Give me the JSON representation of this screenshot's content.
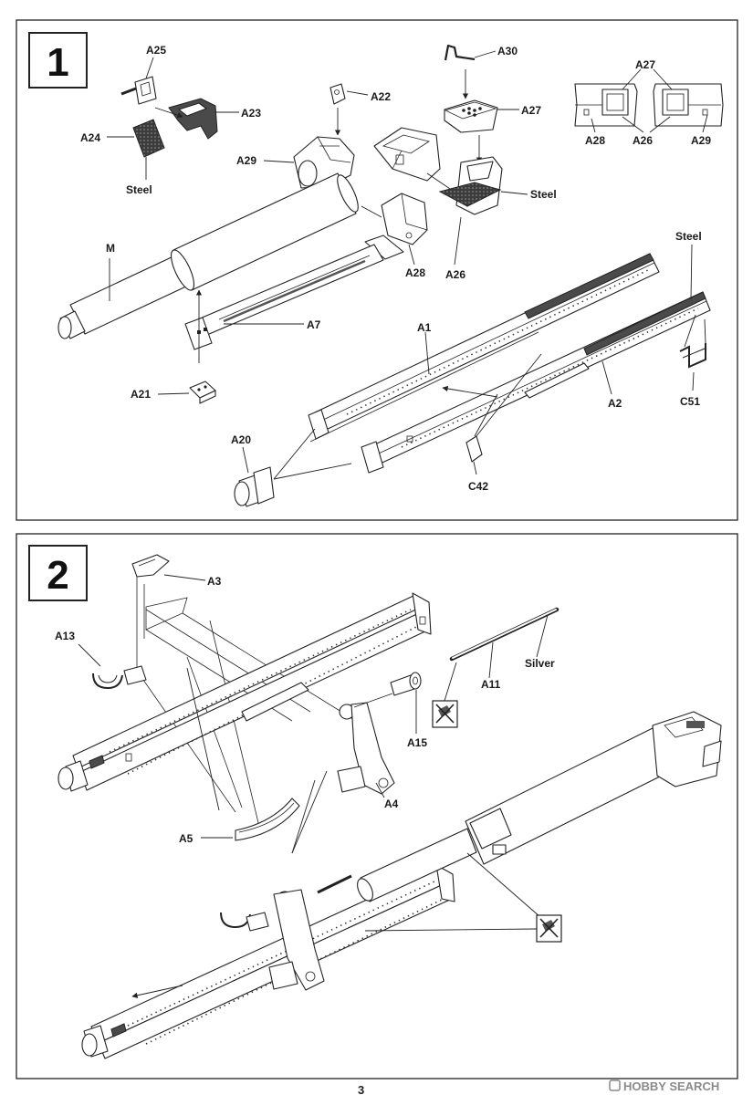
{
  "step1": {
    "number": "1",
    "labels": {
      "a25": "A25",
      "a23": "A23",
      "a24": "A24",
      "steel_a24": "Steel",
      "a22": "A22",
      "a30": "A30",
      "a27": "A27",
      "a29": "A29",
      "steel_a26": "Steel",
      "a28": "A28",
      "a26": "A26",
      "m": "M",
      "a7": "A7",
      "steel_rail": "Steel",
      "a1": "A1",
      "a21": "A21",
      "a2": "A2",
      "c51": "C51",
      "a20": "A20",
      "c42": "C42"
    },
    "inset_labels": {
      "a27": "A27",
      "a28": "A28",
      "a26": "A26",
      "a29": "A29"
    }
  },
  "step2": {
    "number": "2",
    "labels": {
      "a3": "A3",
      "a13": "A13",
      "silver": "Silver",
      "a11": "A11",
      "a15": "A15",
      "a4": "A4",
      "a5": "A5"
    },
    "icons": [
      "no-cement-icon",
      "no-cement-icon"
    ]
  },
  "watermark": {
    "text": "HOBBY SEARCH"
  },
  "page_number": "3",
  "colors": {
    "line": "#222222",
    "steel_fill": "#4a4a4a",
    "watermark": "#8a8a8a"
  }
}
